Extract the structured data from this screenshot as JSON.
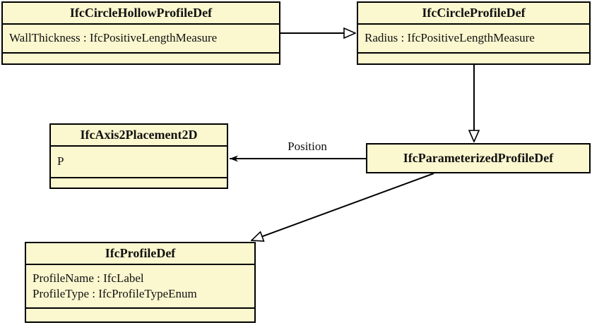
{
  "diagram": {
    "kind": "uml-class-diagram",
    "colors": {
      "class_fill": "#FBF7CF",
      "line": "#000000",
      "text": "#111111",
      "background": "#FFFFFF"
    },
    "classes": [
      {
        "name": "IfcCircleHollowProfileDef",
        "attributes": [
          "WallThickness : IfcPositiveLengthMeasure"
        ]
      },
      {
        "name": "IfcCircleProfileDef",
        "attributes": [
          "Radius : IfcPositiveLengthMeasure"
        ]
      },
      {
        "name": "IfcAxis2Placement2D",
        "attributes": [
          "P"
        ]
      },
      {
        "name": "IfcParameterizedProfileDef",
        "attributes": []
      },
      {
        "name": "IfcProfileDef",
        "attributes": [
          "ProfileName : IfcLabel",
          "ProfileType : IfcProfileTypeEnum"
        ]
      }
    ],
    "relations": [
      {
        "from": "IfcCircleHollowProfileDef",
        "to": "IfcCircleProfileDef",
        "type": "generalization",
        "label": ""
      },
      {
        "from": "IfcCircleProfileDef",
        "to": "IfcParameterizedProfileDef",
        "type": "generalization",
        "label": ""
      },
      {
        "from": "IfcParameterizedProfileDef",
        "to": "IfcAxis2Placement2D",
        "type": "association",
        "label": "Position"
      },
      {
        "from": "IfcParameterizedProfileDef",
        "to": "IfcProfileDef",
        "type": "generalization",
        "label": ""
      }
    ]
  }
}
